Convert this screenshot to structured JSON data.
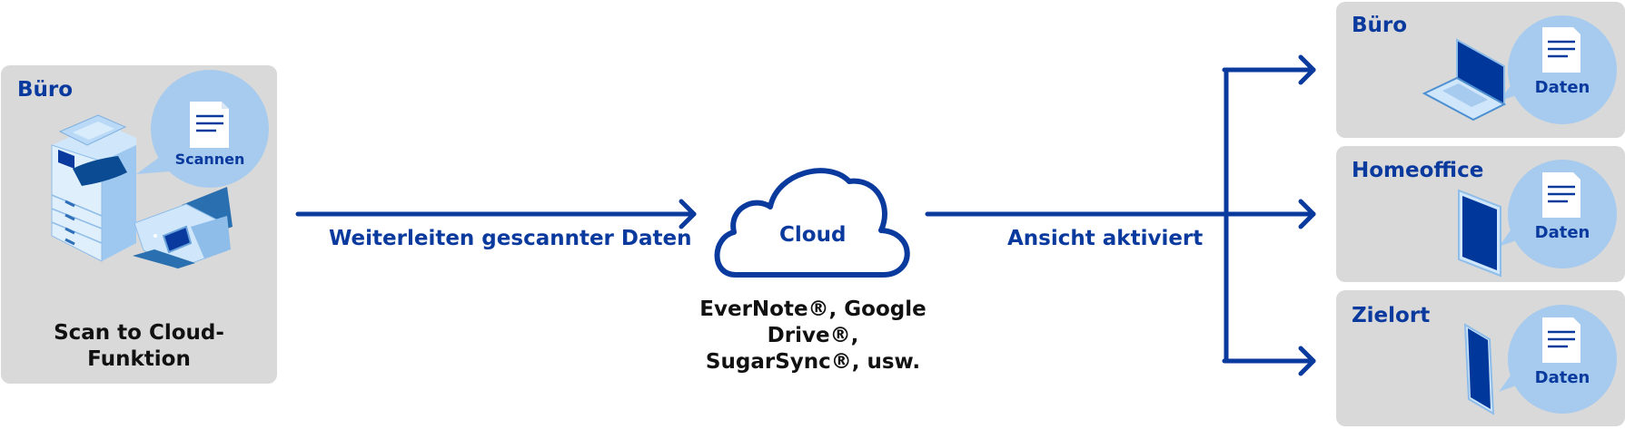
{
  "colors": {
    "primary": "#0a3a9e",
    "panel_bg": "#d9d9d9",
    "bubble_bg": "#a7cbee",
    "device_light": "#cfe6fb",
    "device_mid": "#8fbde9",
    "device_dark": "#00379a"
  },
  "source": {
    "title": "Büro",
    "bubble_label": "Scannen",
    "caption_line1": "Scan to Cloud-",
    "caption_line2": "Funktion",
    "icons": [
      "multifunction-printer-icon",
      "document-scanner-icon",
      "document-icon"
    ]
  },
  "flow_left": {
    "label": "Weiterleiten gescannter Daten"
  },
  "cloud": {
    "label": "Cloud",
    "services_line1": "EverNote®, Google Drive®,",
    "services_line2": "SugarSync®, usw."
  },
  "flow_right": {
    "label": "Ansicht aktiviert"
  },
  "destinations": [
    {
      "title": "Büro",
      "bubble_label": "Daten",
      "device": "laptop-icon"
    },
    {
      "title": "Homeoffice",
      "bubble_label": "Daten",
      "device": "tablet-icon"
    },
    {
      "title": "Zielort",
      "bubble_label": "Daten",
      "device": "smartphone-icon"
    }
  ]
}
